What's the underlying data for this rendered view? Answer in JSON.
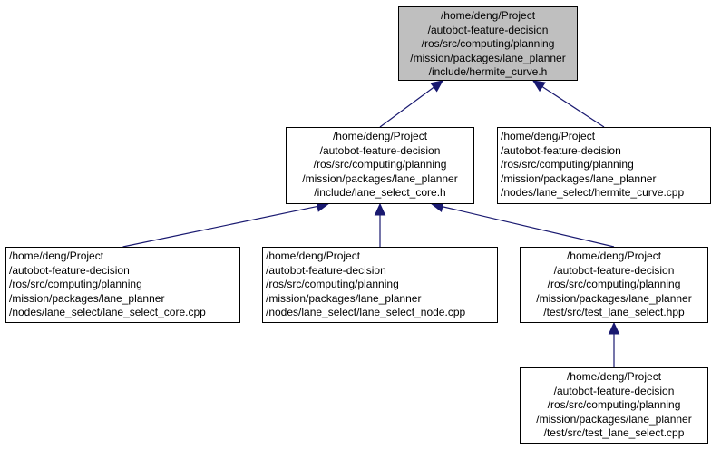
{
  "colors": {
    "edge": "#191970",
    "root_fill": "#bfbfbf",
    "node_fill": "#ffffff",
    "border": "#000000"
  },
  "nodes": {
    "hermite_curve_h": [
      "/home/deng/Project",
      "/autobot-feature-decision",
      "/ros/src/computing/planning",
      "/mission/packages/lane_planner",
      "/include/hermite_curve.h"
    ],
    "lane_select_core_h": [
      "/home/deng/Project",
      "/autobot-feature-decision",
      "/ros/src/computing/planning",
      "/mission/packages/lane_planner",
      "/include/lane_select_core.h"
    ],
    "hermite_curve_cpp": [
      "/home/deng/Project",
      "/autobot-feature-decision",
      "/ros/src/computing/planning",
      "/mission/packages/lane_planner",
      "/nodes/lane_select/hermite_curve.cpp"
    ],
    "lane_select_core_cpp": [
      "/home/deng/Project",
      "/autobot-feature-decision",
      "/ros/src/computing/planning",
      "/mission/packages/lane_planner",
      "/nodes/lane_select/lane_select_core.cpp"
    ],
    "lane_select_node_cpp": [
      "/home/deng/Project",
      "/autobot-feature-decision",
      "/ros/src/computing/planning",
      "/mission/packages/lane_planner",
      "/nodes/lane_select/lane_select_node.cpp"
    ],
    "test_lane_select_hpp": [
      "/home/deng/Project",
      "/autobot-feature-decision",
      "/ros/src/computing/planning",
      "/mission/packages/lane_planner",
      "/test/src/test_lane_select.hpp"
    ],
    "test_lane_select_cpp": [
      "/home/deng/Project",
      "/autobot-feature-decision",
      "/ros/src/computing/planning",
      "/mission/packages/lane_planner",
      "/test/src/test_lane_select.cpp"
    ]
  },
  "edges": [
    {
      "from": "lane_select_core_h",
      "to": "hermite_curve_h"
    },
    {
      "from": "hermite_curve_cpp",
      "to": "hermite_curve_h"
    },
    {
      "from": "lane_select_core_cpp",
      "to": "lane_select_core_h"
    },
    {
      "from": "lane_select_node_cpp",
      "to": "lane_select_core_h"
    },
    {
      "from": "test_lane_select_hpp",
      "to": "lane_select_core_h"
    },
    {
      "from": "test_lane_select_cpp",
      "to": "test_lane_select_hpp"
    }
  ]
}
